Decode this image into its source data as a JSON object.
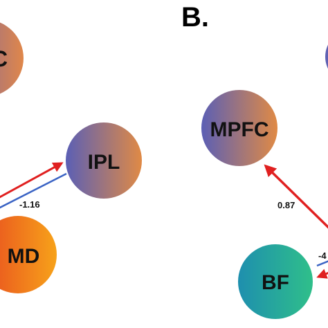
{
  "panel": {
    "label": "B."
  },
  "nodes": {
    "partial_top_left": {
      "label": "C",
      "gradient": [
        "#6a5fb0",
        "#e0874a"
      ]
    },
    "ipl": {
      "label": "IPL",
      "gradient": [
        "#5b5fb5",
        "#e08a45"
      ]
    },
    "md": {
      "label": "MD",
      "gradient": [
        "#e84b1f",
        "#f7a21a"
      ]
    },
    "mpfc": {
      "label": "MPFC",
      "gradient": [
        "#5b5fb5",
        "#e08a45"
      ]
    },
    "bf": {
      "label": "BF",
      "gradient": [
        "#1e8fae",
        "#2fbf8a"
      ]
    }
  },
  "edges": {
    "md_to_ipl": {
      "label": "-1.16",
      "color": "#e02020"
    },
    "ipl_to_md": {
      "color": "#3a63c4"
    },
    "bf_to_mpfc": {
      "label": "0.87",
      "color": "#e02020"
    },
    "bf_right": {
      "label": "-4",
      "color": "#e02020"
    },
    "bf_right_blue": {
      "color": "#3a63c4"
    }
  }
}
